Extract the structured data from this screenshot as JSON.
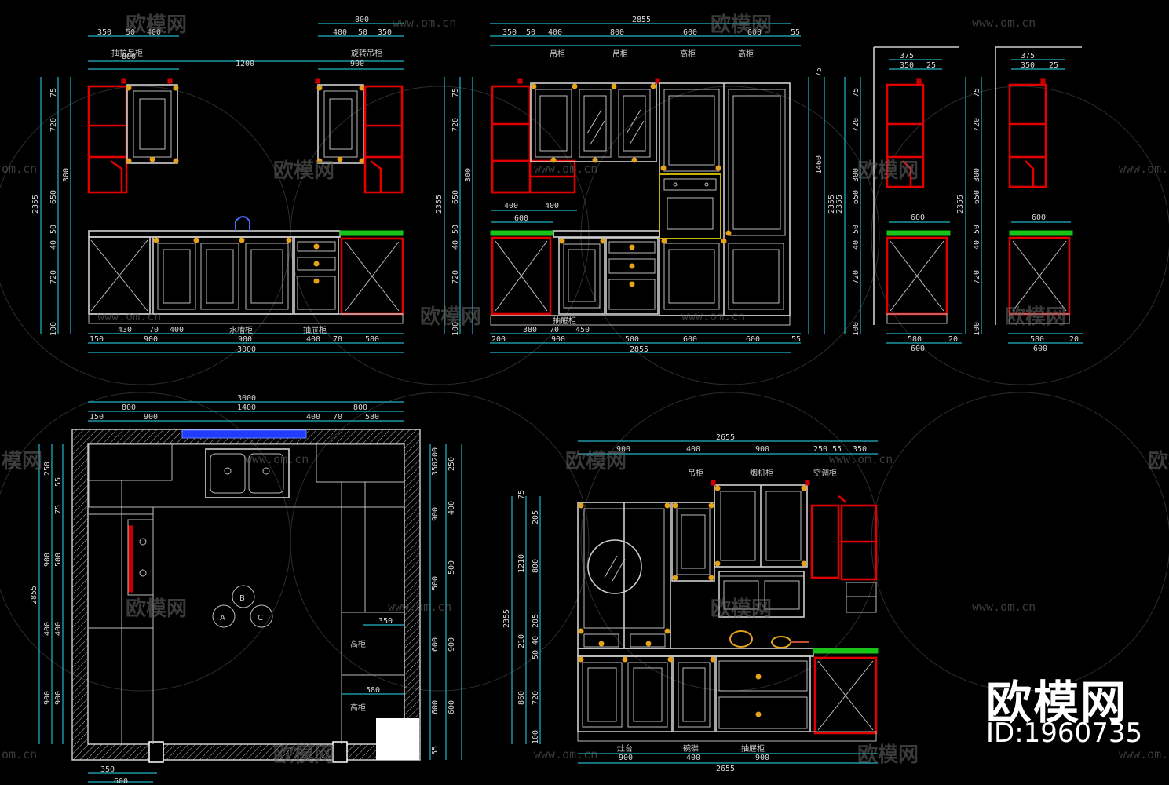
{
  "brand": {
    "name": "欧模网",
    "id": "ID:1960735"
  },
  "watermarks": {
    "text": "欧模网",
    "url": "www.om.cn",
    "url_cut": "om.cn",
    "wm_head": "欧模",
    "wm_tail": "模网"
  },
  "elevation_a": {
    "top_dims": [
      "800",
      "1200",
      "900",
      "350",
      "50",
      "400",
      "800",
      "400",
      "50",
      "350"
    ],
    "labels": {
      "left_wall_cab": "抽拉吊柜",
      "right_wall_cab": "旋转吊柜",
      "sink_cab": "水槽柜",
      "drawer_cab": "抽屉柜"
    },
    "left_dims": [
      "2355",
      "75",
      "720",
      "300",
      "650",
      "40",
      "50",
      "720",
      "100"
    ],
    "bottom_dims": [
      "150",
      "430",
      "70",
      "400",
      "900",
      "900",
      "400",
      "70",
      "580",
      "3000"
    ]
  },
  "elevation_b": {
    "top_dims": [
      "2855",
      "350",
      "50",
      "400",
      "800",
      "600",
      "600",
      "55"
    ],
    "labels": {
      "l1": "吊柜",
      "l2": "吊柜",
      "l3": "高柜",
      "l4": "高柜",
      "base": "抽屉柜"
    },
    "left_dims": [
      "2355",
      "75",
      "720",
      "300",
      "650",
      "40",
      "50",
      "720",
      "100"
    ],
    "right_dims": [
      "2355",
      "1460",
      "75"
    ],
    "mid_dims": [
      "400",
      "400",
      "600"
    ],
    "bottom_dims": [
      "200",
      "380",
      "70",
      "450",
      "900",
      "500",
      "600",
      "600",
      "55",
      "2855"
    ]
  },
  "side_c": {
    "top": [
      "375",
      "350",
      "25"
    ],
    "mid": "600",
    "left": [
      "2355",
      "75",
      "720",
      "300",
      "650",
      "40",
      "50",
      "720",
      "100"
    ],
    "bottom": [
      "580",
      "20",
      "600"
    ]
  },
  "side_d": {
    "top": [
      "375",
      "350",
      "25"
    ],
    "mid": "600",
    "left": [
      "2355",
      "75",
      "720",
      "300",
      "650",
      "40",
      "50",
      "720",
      "100"
    ],
    "bottom": [
      "580",
      "20",
      "600"
    ]
  },
  "plan": {
    "top_dims": [
      "3000",
      "800",
      "1400",
      "800",
      "150",
      "900",
      "400",
      "70",
      "580"
    ],
    "left_dims": [
      "2855",
      "250",
      "55",
      "75",
      "900",
      "500",
      "400",
      "400",
      "900",
      "900"
    ],
    "right_dims": [
      "200",
      "350",
      "250",
      "400",
      "900",
      "500",
      "500",
      "600",
      "900",
      "600",
      "600",
      "55"
    ],
    "inner": {
      "h1": "350",
      "h2": "580",
      "tall1": "高柜",
      "tall2": "高柜"
    },
    "bottom_dims": [
      "350",
      "600"
    ],
    "markers": [
      "A",
      "B",
      "C"
    ]
  },
  "elevation_e": {
    "top_dims": [
      "2655",
      "900",
      "400",
      "900",
      "250",
      "55",
      "350"
    ],
    "labels": {
      "l1": "吊柜",
      "l2": "烟机柜",
      "l3": "空调柜",
      "b1": "灶台",
      "b2": "碗碟",
      "b3": "抽屉柜"
    },
    "left_dims": [
      "2355",
      "75",
      "205",
      "1210",
      "800",
      "205",
      "210",
      "40",
      "50",
      "860",
      "720",
      "100"
    ],
    "bottom_dims": [
      "900",
      "400",
      "900",
      "2655"
    ]
  }
}
